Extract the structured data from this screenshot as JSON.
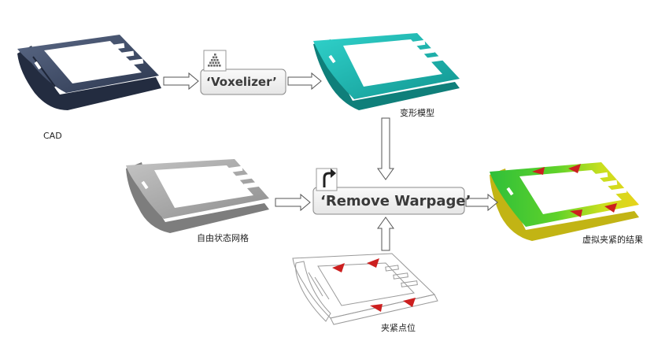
{
  "labels": {
    "cad": "CAD",
    "deformed_model": "变形模型",
    "free_state_mesh": "自由状态网格",
    "virtual_clamp_result": "虚拟夹紧的结果",
    "clamp_points": "夹紧点位"
  },
  "processes": {
    "voxelizer": "‘Voxelizer’",
    "remove_warpage": "‘Remove Warpage’"
  },
  "icons": {
    "voxelizer": "voxel-pyramid-icon",
    "remove_warpage": "bent-arrow-icon"
  },
  "colors": {
    "cad_part": "#3d4a66",
    "deformed_part": "#1fb3ad",
    "free_mesh_part": "#a9a9a9",
    "result_green": "#3ec43e",
    "result_yellow": "#d8e020",
    "clamp_marker": "#cc1f1f",
    "box_fill": "#f2f2f2",
    "arrow_fill": "#ffffff"
  }
}
